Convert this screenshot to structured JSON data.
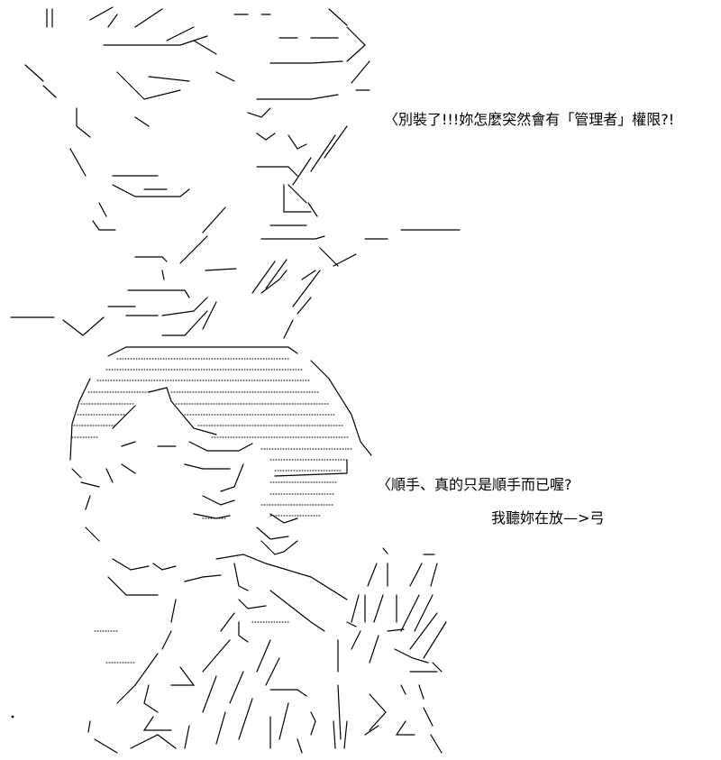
{
  "dialogue": {
    "line1": "〈別裝了!!!妳怎麼突然會有「管理者」權限?!",
    "line2": "〈順手、真的只是順手而已喔?",
    "line3": "我聽妳在放—>弓"
  },
  "colors": {
    "background": "#ffffff",
    "ink": "#000000"
  }
}
